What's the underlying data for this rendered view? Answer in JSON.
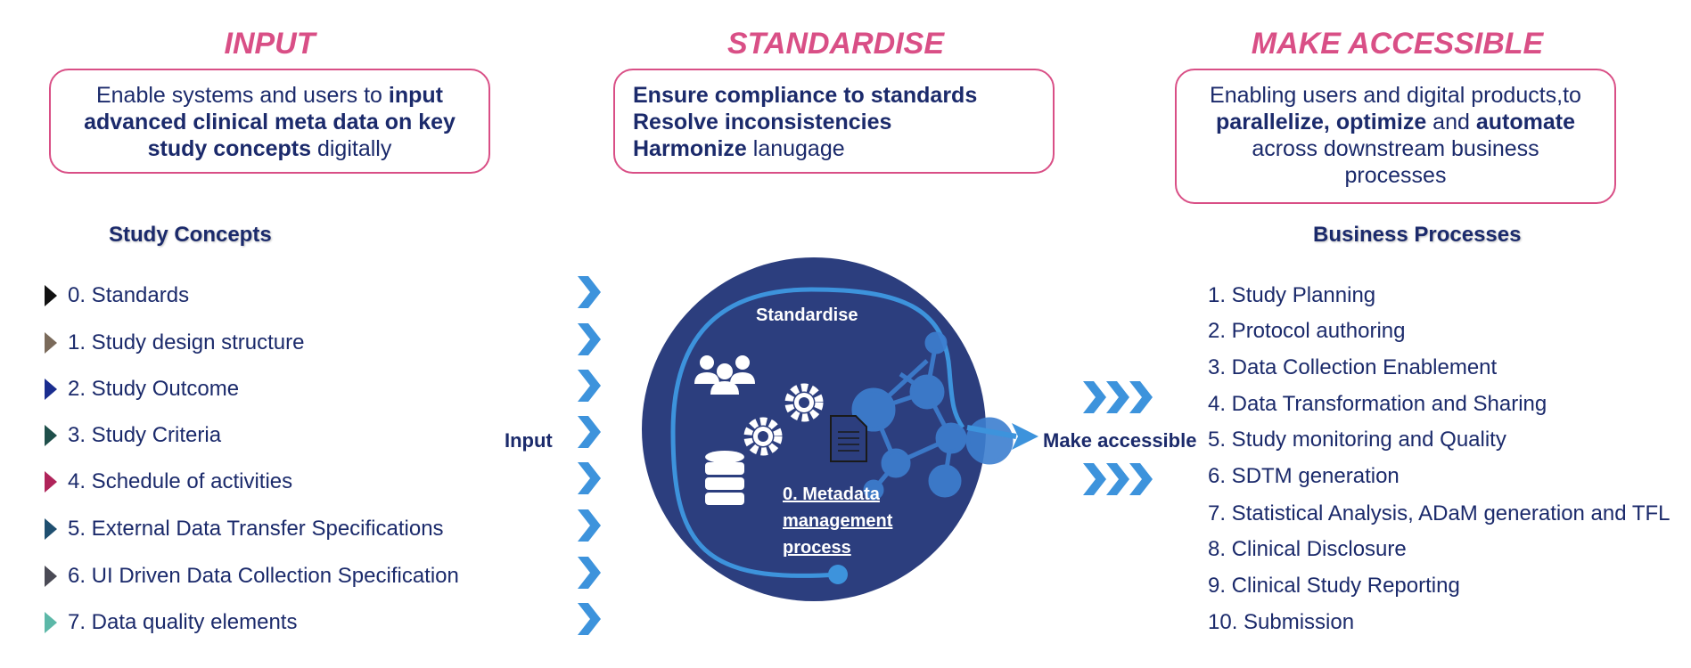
{
  "sections": {
    "input": {
      "title": "INPUT",
      "text_before": "Enable systems and users to ",
      "text_bold": "input advanced clinical meta data on key study concepts",
      "text_after": " digitally"
    },
    "standardise": {
      "title": "STANDARDISE",
      "line1_bold": "Ensure compliance to standards",
      "line2_bold": "Resolve inconsistencies",
      "line3_bold": "Harmonize",
      "line3_rest": " lanugage"
    },
    "make_accessible": {
      "title": "MAKE ACCESSIBLE",
      "line1": "Enabling users and digital products,to",
      "b1": "parallelize",
      "sep1": ", ",
      "b2": "optimize",
      "sep2": " and ",
      "b3": "automate",
      "line3": "across downstream business processes"
    }
  },
  "study_concepts": {
    "heading": "Study Concepts",
    "items": [
      {
        "label": "0. Standards",
        "color": "#111111"
      },
      {
        "label": "1. Study design structure",
        "color": "#7a6a5a"
      },
      {
        "label": "2. Study Outcome",
        "color": "#1a2d8f"
      },
      {
        "label": "3. Study Criteria",
        "color": "#1f4f4a"
      },
      {
        "label": "4. Schedule of activities",
        "color": "#b0245a"
      },
      {
        "label": "5. External Data Transfer Specifications",
        "color": "#1f4f70"
      },
      {
        "label": "6. UI Driven Data Collection Specification",
        "color": "#4a4a55"
      },
      {
        "label": "7. Data quality elements",
        "color": "#5cb8a8"
      }
    ]
  },
  "center": {
    "input_label": "Input",
    "standardise_label": "Standardise",
    "metadata_lines": [
      "0. Metadata",
      "management",
      "process"
    ],
    "make_accessible_label": "Make accessible"
  },
  "business_processes": {
    "heading": "Business Processes",
    "items": [
      "1. Study Planning",
      "2. Protocol authoring",
      "3. Data Collection Enablement",
      "4. Data Transformation and Sharing",
      "5. Study monitoring and Quality",
      "6. SDTM generation",
      "7. Statistical Analysis, ADaM generation and TFL",
      "8. Clinical Disclosure",
      "9. Clinical Study Reporting",
      "10. Submission"
    ]
  },
  "colors": {
    "accent_pink": "#d94f86",
    "navy": "#1b2a6b",
    "circle": "#2c3e7e",
    "chevron": "#3d93dc"
  },
  "icons": [
    "users-icon",
    "gears-icon",
    "database-icon",
    "document-icon",
    "network-icon",
    "chevron-right-icon"
  ]
}
